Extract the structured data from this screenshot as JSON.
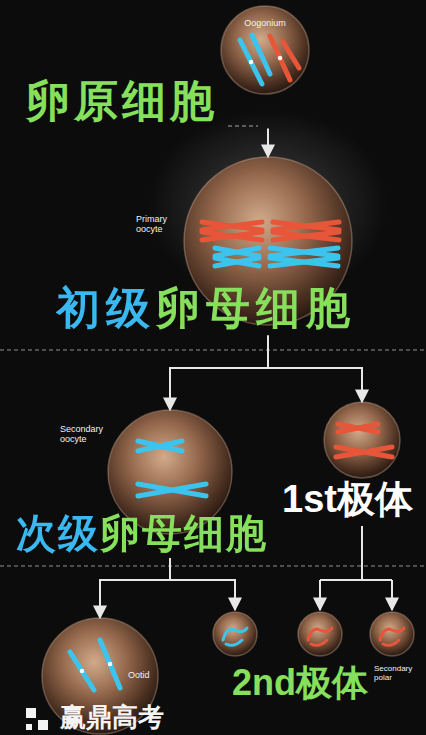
{
  "diagram": {
    "nodes": [
      {
        "text": [
          "Oogonium",
          "卵原细胞"
        ]
      },
      {
        "text": [
          "Primary oocyte",
          "初级卵母细胞"
        ]
      },
      {
        "text": [
          "Secondary oocyte",
          "次级卵母细胞"
        ]
      },
      {
        "text": [
          "1st极体"
        ]
      },
      {
        "text": [
          "Ootid"
        ]
      }
    ],
    "edges": [
      {
        "from": 0,
        "to": 1,
        "arrow": "to"
      },
      {
        "from": 1,
        "to": 2,
        "arrow": "to"
      },
      {
        "from": 1,
        "to": 3,
        "arrow": "to"
      },
      {
        "from": 2,
        "to": 4,
        "arrow": "to"
      }
    ],
    "labels": [
      "2nd极体",
      "Secondary polar",
      "赢鼎高考"
    ]
  }
}
